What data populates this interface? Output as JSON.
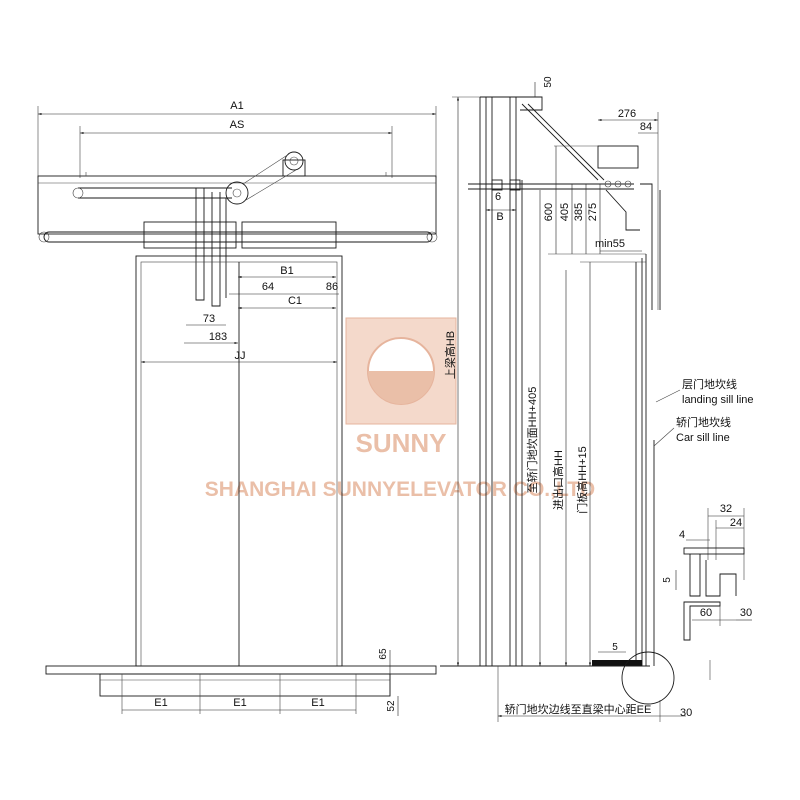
{
  "front_view": {
    "dims": {
      "a1": "A1",
      "as": "AS",
      "b1": "B1",
      "c1": "C1",
      "d64": "64",
      "d86": "86",
      "d73": "73",
      "d183": "183",
      "jj": "JJ",
      "d65": "65",
      "d52": "52",
      "e1_a": "E1",
      "e1_b": "E1",
      "e1_c": "E1"
    }
  },
  "side_view": {
    "dims": {
      "d50": "50",
      "d276": "276",
      "d84": "84",
      "d6": "6",
      "b": "B",
      "d600": "600",
      "d405": "405",
      "d385": "385",
      "d275": "275",
      "min55": "min55",
      "hb": "上梁高HB",
      "hh405": "至轿门地坎面HH+405",
      "hh": "进出口高HH",
      "hh15": "门板高HH+15",
      "d5": "5",
      "ee": "轿门地坎边线至直梁中心距EE",
      "d30": "30"
    },
    "labels": {
      "landing_cn": "层门地坎线",
      "landing_en": "landing sill line",
      "car_cn": "轿门地坎线",
      "car_en": "Car sill line"
    }
  },
  "detail": {
    "dims": {
      "d32": "32",
      "d24": "24",
      "d4": "4",
      "d5": "5",
      "d60": "60",
      "d30": "30"
    }
  },
  "watermark": {
    "brand": "SUNNY",
    "company": "SHANGHAI SUNNYELEVATOR CO.,LTD",
    "color": "#e7b49a"
  }
}
